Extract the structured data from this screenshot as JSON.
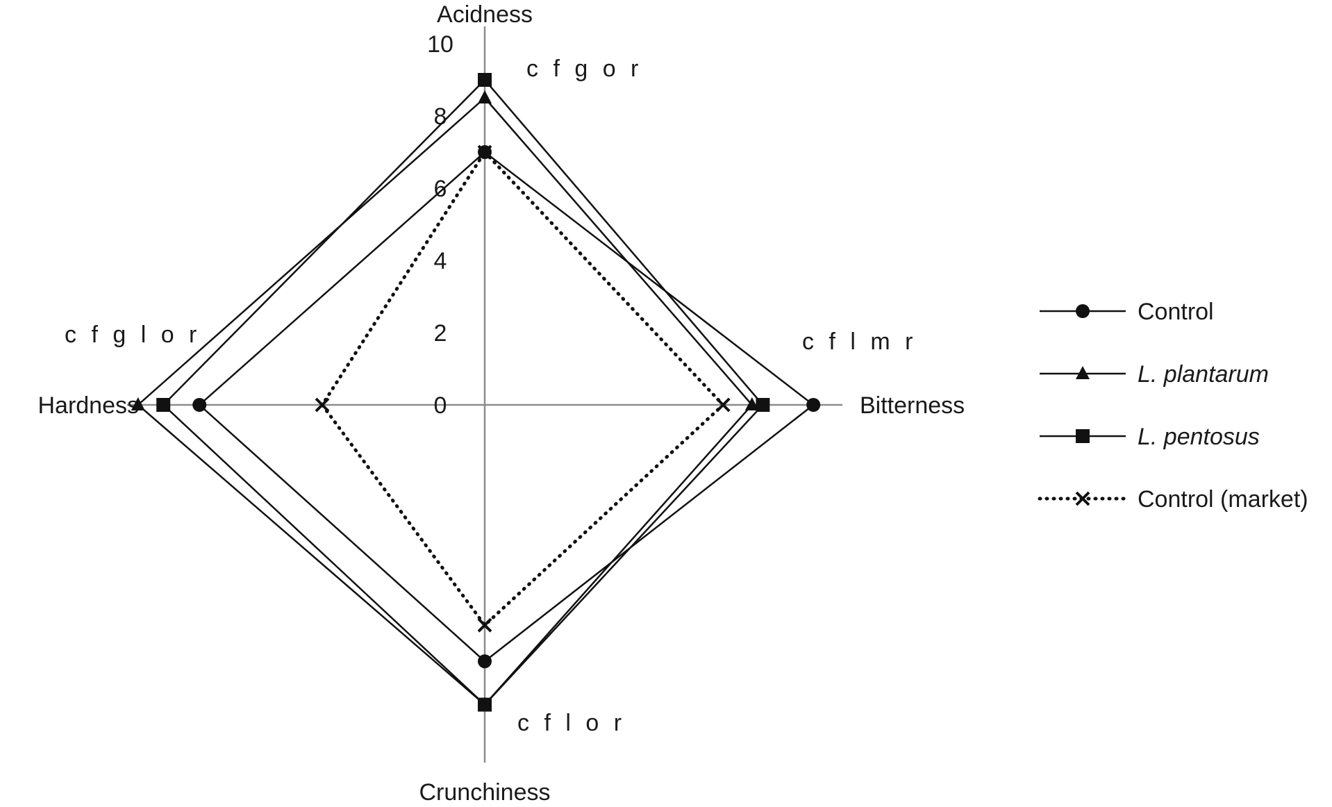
{
  "chart_data": {
    "type": "radar",
    "title": "",
    "axes": [
      "Acidness",
      "Bitterness",
      "Crunchiness",
      "Hardness"
    ],
    "rlim": [
      0,
      10
    ],
    "ticks": [
      "0",
      "2",
      "4",
      "6",
      "8",
      "10"
    ],
    "tick_values": [
      0,
      2,
      4,
      6,
      8,
      10
    ],
    "grid": false,
    "legend_position": "right",
    "annotations": [
      {
        "axis": "Acidness",
        "text": "c f g o r"
      },
      {
        "axis": "Bitterness",
        "text": "c f l m r"
      },
      {
        "axis": "Crunchiness",
        "text": "c f l o r"
      },
      {
        "axis": "Hardness",
        "text": "c f g l o r"
      }
    ],
    "series": [
      {
        "name": "Control",
        "marker": "circle",
        "line": "solid",
        "italic": false,
        "values": [
          7.0,
          9.1,
          7.1,
          7.9
        ]
      },
      {
        "name": "L. plantarum",
        "marker": "triangle",
        "line": "solid",
        "italic": true,
        "values": [
          8.5,
          7.4,
          8.3,
          9.6
        ]
      },
      {
        "name": "L. pentosus",
        "marker": "square",
        "line": "solid",
        "italic": true,
        "values": [
          9.0,
          7.7,
          8.3,
          8.9
        ]
      },
      {
        "name": "Control (market)",
        "marker": "x",
        "line": "dotted",
        "italic": false,
        "values": [
          7.0,
          6.6,
          6.1,
          4.5
        ]
      }
    ]
  }
}
